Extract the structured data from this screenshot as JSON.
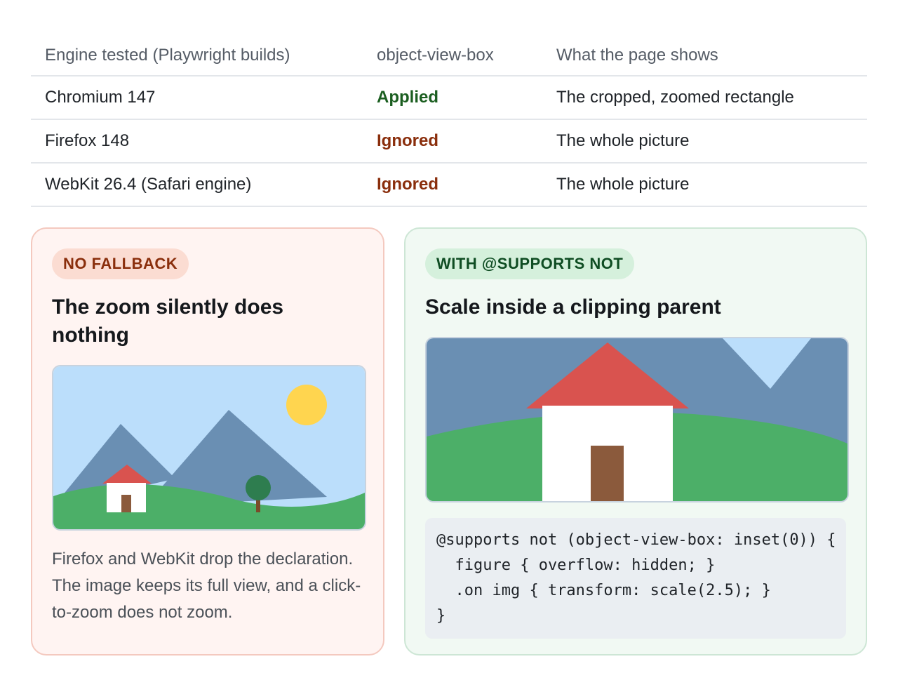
{
  "table": {
    "headers": [
      "Engine tested (Playwright builds)",
      "object-view-box",
      "What the page shows"
    ],
    "rows": [
      {
        "engine": "Chromium 147",
        "status": "Applied",
        "result": "The cropped, zoomed rectangle"
      },
      {
        "engine": "Firefox 148",
        "status": "Ignored",
        "result": "The whole picture"
      },
      {
        "engine": "WebKit 26.4 (Safari engine)",
        "status": "Ignored",
        "result": "The whole picture"
      }
    ]
  },
  "no_fallback": {
    "badge": "NO FALLBACK",
    "title": "The zoom silently does nothing",
    "description": "Firefox and WebKit drop the declaration. The image keeps its full view, and a click-to-zoom does not zoom."
  },
  "with_supports": {
    "badge": "WITH @SUPPORTS NOT",
    "title": "Scale inside a clipping parent",
    "code": "@supports not (object-view-box: inset(0)) {\n  figure { overflow: hidden; }\n  .on img { transform: scale(2.5); }\n}"
  },
  "colors": {
    "applied": "#1b5e20",
    "ignored": "#8a2e0c",
    "sky": "#bbdefb",
    "mountain": "#6a8fb3",
    "grass": "#4caf68",
    "roof": "#d9534f",
    "sun": "#ffd54f"
  }
}
